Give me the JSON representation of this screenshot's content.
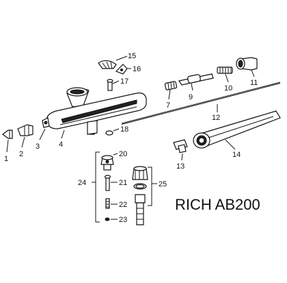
{
  "title": "RICH AB200",
  "parts": {
    "p1": "1",
    "p2": "2",
    "p3": "3",
    "p4": "4",
    "p7": "7",
    "p9": "9",
    "p10": "10",
    "p11": "11",
    "p12": "12",
    "p13": "13",
    "p14": "14",
    "p15": "15",
    "p16": "16",
    "p17": "17",
    "p18": "18",
    "p20": "20",
    "p21": "21",
    "p22": "22",
    "p23": "23",
    "p24": "24",
    "p25": "25"
  }
}
